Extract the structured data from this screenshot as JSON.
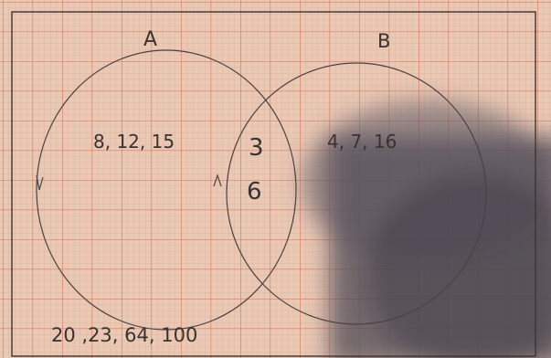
{
  "diagram": {
    "type": "venn",
    "sets": [
      {
        "label": "A",
        "only": "8, 12, 15"
      },
      {
        "label": "B",
        "only": "4, 7, 16"
      }
    ],
    "intersection": [
      "3",
      "6"
    ],
    "outside": "20 ,23, 64, 100"
  }
}
